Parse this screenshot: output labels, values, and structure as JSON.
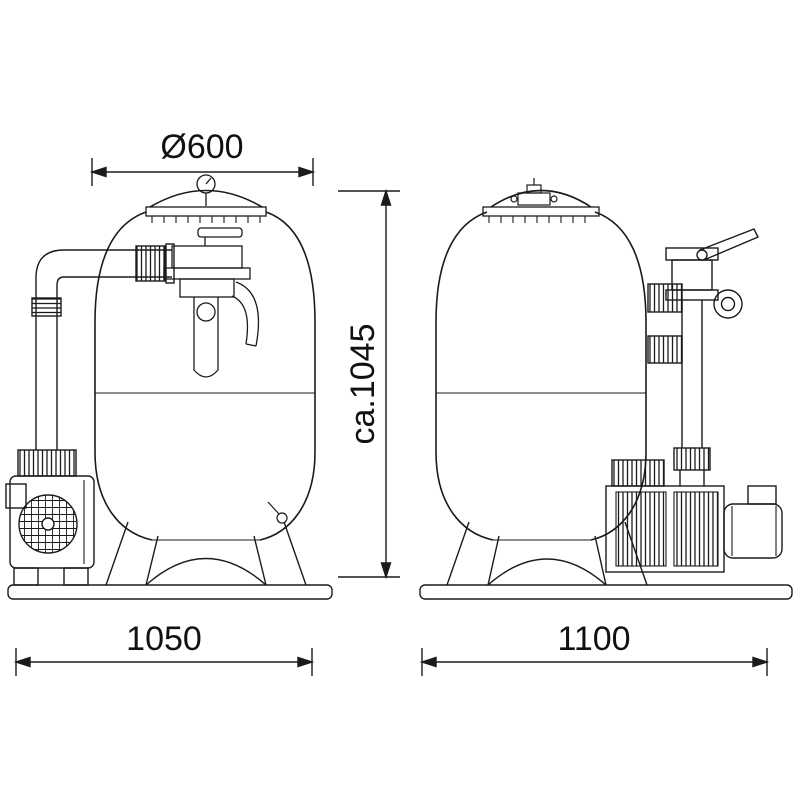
{
  "drawing": {
    "type": "technical-dimension-drawing",
    "subject": "sand filter tank with multiport valve and pump, two views",
    "colors": {
      "line": "#1b1b1b",
      "background": "#ffffff"
    }
  },
  "dimensions": {
    "diameter": "Ø600",
    "height": "ca.1045",
    "width_left": "1050",
    "width_right": "1100"
  }
}
